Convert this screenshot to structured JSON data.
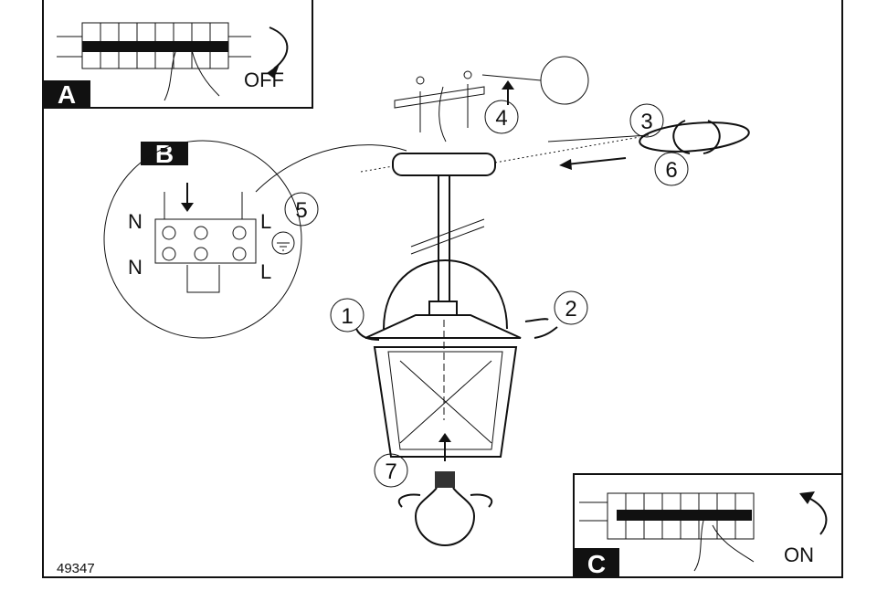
{
  "panel_a": {
    "badge": "A",
    "switch_label": "OFF"
  },
  "panel_b": {
    "badge": "B",
    "terminal_labels": {
      "top_left": "N",
      "top_right": "L",
      "bottom_left": "N",
      "bottom_right": "L"
    }
  },
  "panel_c": {
    "badge": "C",
    "switch_label": "ON"
  },
  "steps": [
    "1",
    "2",
    "3",
    "4",
    "5",
    "6",
    "7"
  ],
  "model_number": "49347"
}
